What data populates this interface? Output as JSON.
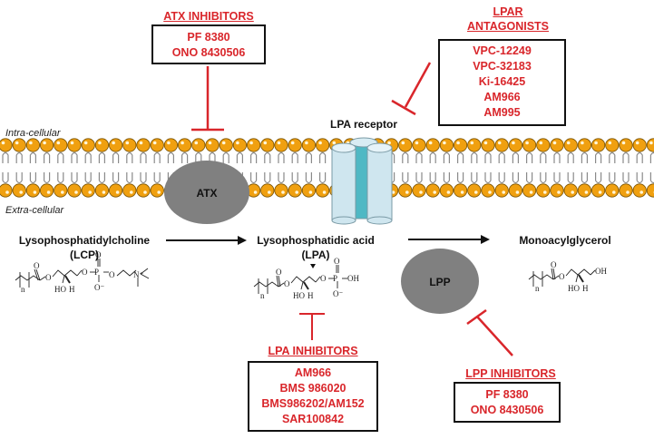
{
  "colors": {
    "inhibitor_red": "#d9262b",
    "lipid_head": "#f0a010",
    "enzyme_gray": "#808080",
    "receptor_light": "#cfe6ef",
    "receptor_dark": "#4fb8c4"
  },
  "membrane": {
    "intracellular_label": "Intra-cellular",
    "extracellular_label": "Extra-cellular"
  },
  "enzymes": {
    "atx": "ATX",
    "lpp": "LPP"
  },
  "receptor": {
    "label": "LPA receptor"
  },
  "molecules": {
    "lpc": {
      "name": "Lysophosphatidylcholine",
      "abbr": "(LCP)"
    },
    "lpa": {
      "name": "Lysophosphatidic acid",
      "abbr": "(LPA)"
    },
    "mag": {
      "name": "Monoacylglycerol"
    }
  },
  "inhibitor_groups": {
    "atx": {
      "title": "ATX INHIBITORS",
      "items": [
        "PF 8380",
        "ONO 8430506"
      ]
    },
    "lpar": {
      "title_line1": "LPAR",
      "title_line2": "ANTAGONISTS",
      "items": [
        "VPC-12249",
        "VPC-32183",
        "Ki-16425",
        "AM966",
        "AM995"
      ]
    },
    "lpa": {
      "title": "LPA INHIBITORS",
      "items": [
        "AM966",
        "BMS 986020",
        "BMS986202/AM152",
        "SAR100842"
      ]
    },
    "lpp": {
      "title": "LPP INHIBITORS",
      "items": [
        "PF 8380",
        "ONO 8430506"
      ]
    }
  },
  "structure_labels": {
    "n": "n",
    "O": "O",
    "HO": "HO",
    "H": "H",
    "P": "P",
    "Ominus": "O⁻",
    "OH": "OH",
    "N": "N⁺"
  }
}
